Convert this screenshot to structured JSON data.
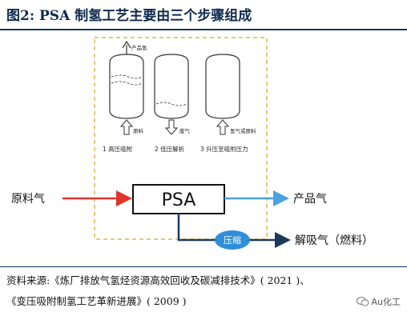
{
  "title": "图2:  PSA 制氢工艺主要由三个步骤组成",
  "diagram": {
    "vessel_labels": {
      "product_gas_top": "产品氢",
      "feed_bottom": "原料",
      "waste_gas": "废气",
      "hydrogen_or_feed": "氢气或原料"
    },
    "steps": [
      "1  高压吸附",
      "2  低压解析",
      "3  升压至吸附压力"
    ],
    "flow": {
      "feed_gas": "原料气",
      "psa": "PSA",
      "product_gas": "产品气",
      "compress": "压缩",
      "desorbed_gas": "解吸气（燃料）"
    },
    "colors": {
      "feed_arrow": "#e0352b",
      "product_arrow": "#4aa3df",
      "flow_arrow": "#1d3a5c",
      "compress_fill": "#2f8fd8",
      "dashed_box": "#e8c872",
      "title": "#0f2a4e"
    }
  },
  "source": {
    "line1": "资料来源:《炼厂排放气氢烃资源高效回收及碳减排技术》( 2021 )、",
    "line2": "《变压吸附制氢工艺革新进展》( 2009 )"
  },
  "watermark": "Au化工"
}
